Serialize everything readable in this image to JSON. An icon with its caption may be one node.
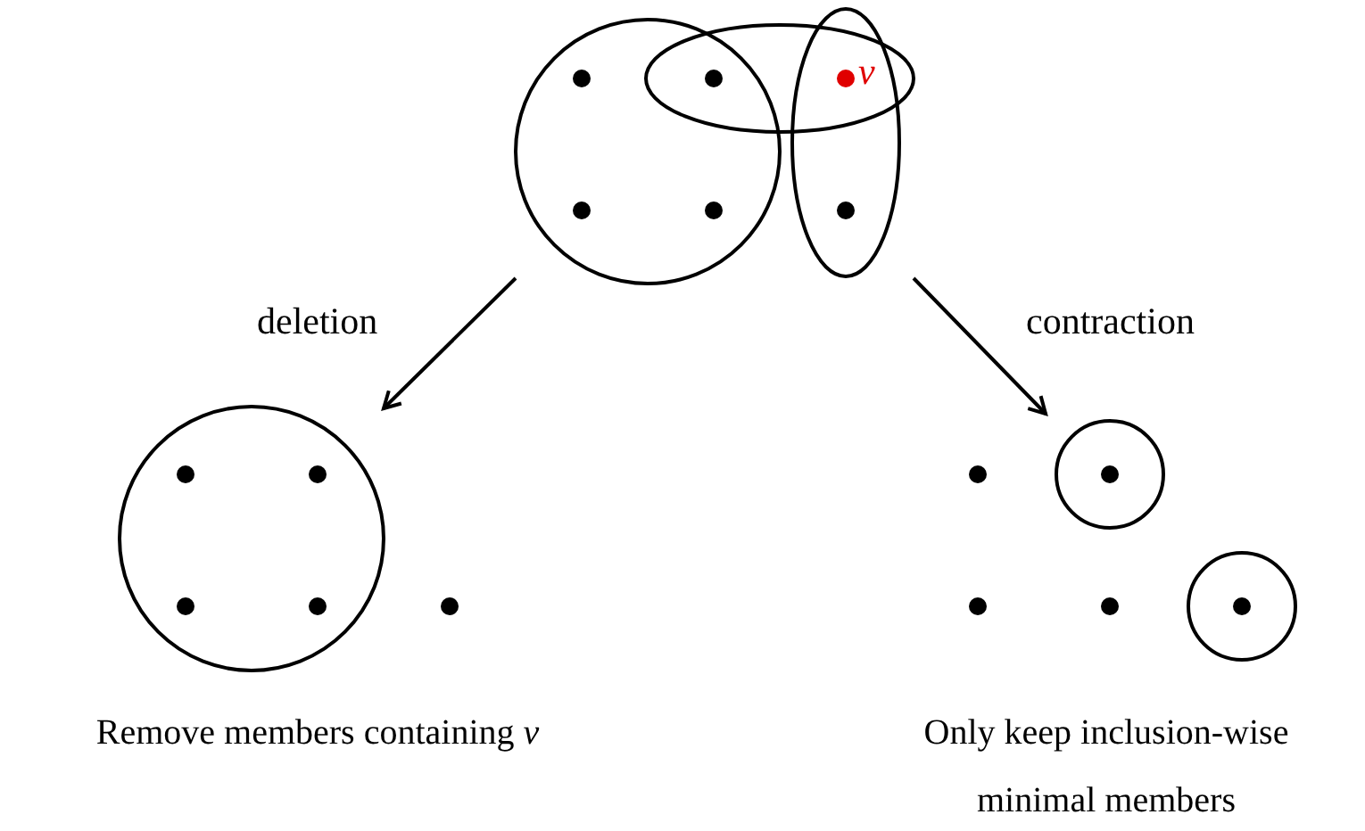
{
  "diagram": {
    "nodes": [
      {
        "text": [],
        "shape": "picture"
      },
      {
        "text": [],
        "shape": "picture",
        "beside": [
          "Remove members containing *v*"
        ]
      },
      {
        "text": [],
        "shape": "picture",
        "beside": [
          "Only keep inclusion-wise minimal members"
        ]
      }
    ],
    "edges": [
      {
        "from": 0,
        "to": 1,
        "arrow": "to",
        "label": "deletion"
      },
      {
        "from": 0,
        "to": 2,
        "arrow": "to",
        "label": "contraction"
      }
    ],
    "labels": [
      "*v*"
    ]
  }
}
